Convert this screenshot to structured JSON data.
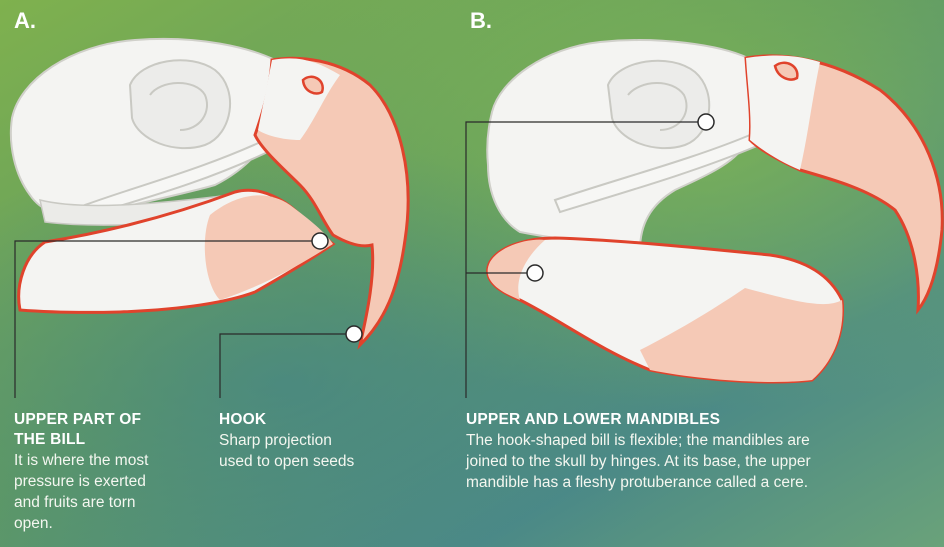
{
  "panels": {
    "a": {
      "letter": "A."
    },
    "b": {
      "letter": "B."
    }
  },
  "callouts": {
    "upper_part": {
      "title_line1": "UPPER PART OF",
      "title_line2": "THE BILL",
      "desc_lines": [
        "It is where the most",
        "pressure is exerted",
        "and fruits are torn",
        "open."
      ]
    },
    "hook": {
      "title": "HOOK",
      "desc_lines": [
        "Sharp projection",
        "used to open seeds"
      ]
    },
    "mandibles": {
      "title": "UPPER AND LOWER MANDIBLES",
      "desc_lines": [
        "The hook-shaped bill is flexible; the mandibles are",
        "joined to the skull by hinges. At its base, the upper",
        "mandible has a fleshy protuberance called a cere."
      ]
    }
  },
  "colors": {
    "bone": "#f3f3f1",
    "bone_shadow": "#dcdcd6",
    "beak_fill": "#f5c9b6",
    "beak_stroke": "#e0432c",
    "leader": "#2a2a2a",
    "text": "#ffffff"
  }
}
